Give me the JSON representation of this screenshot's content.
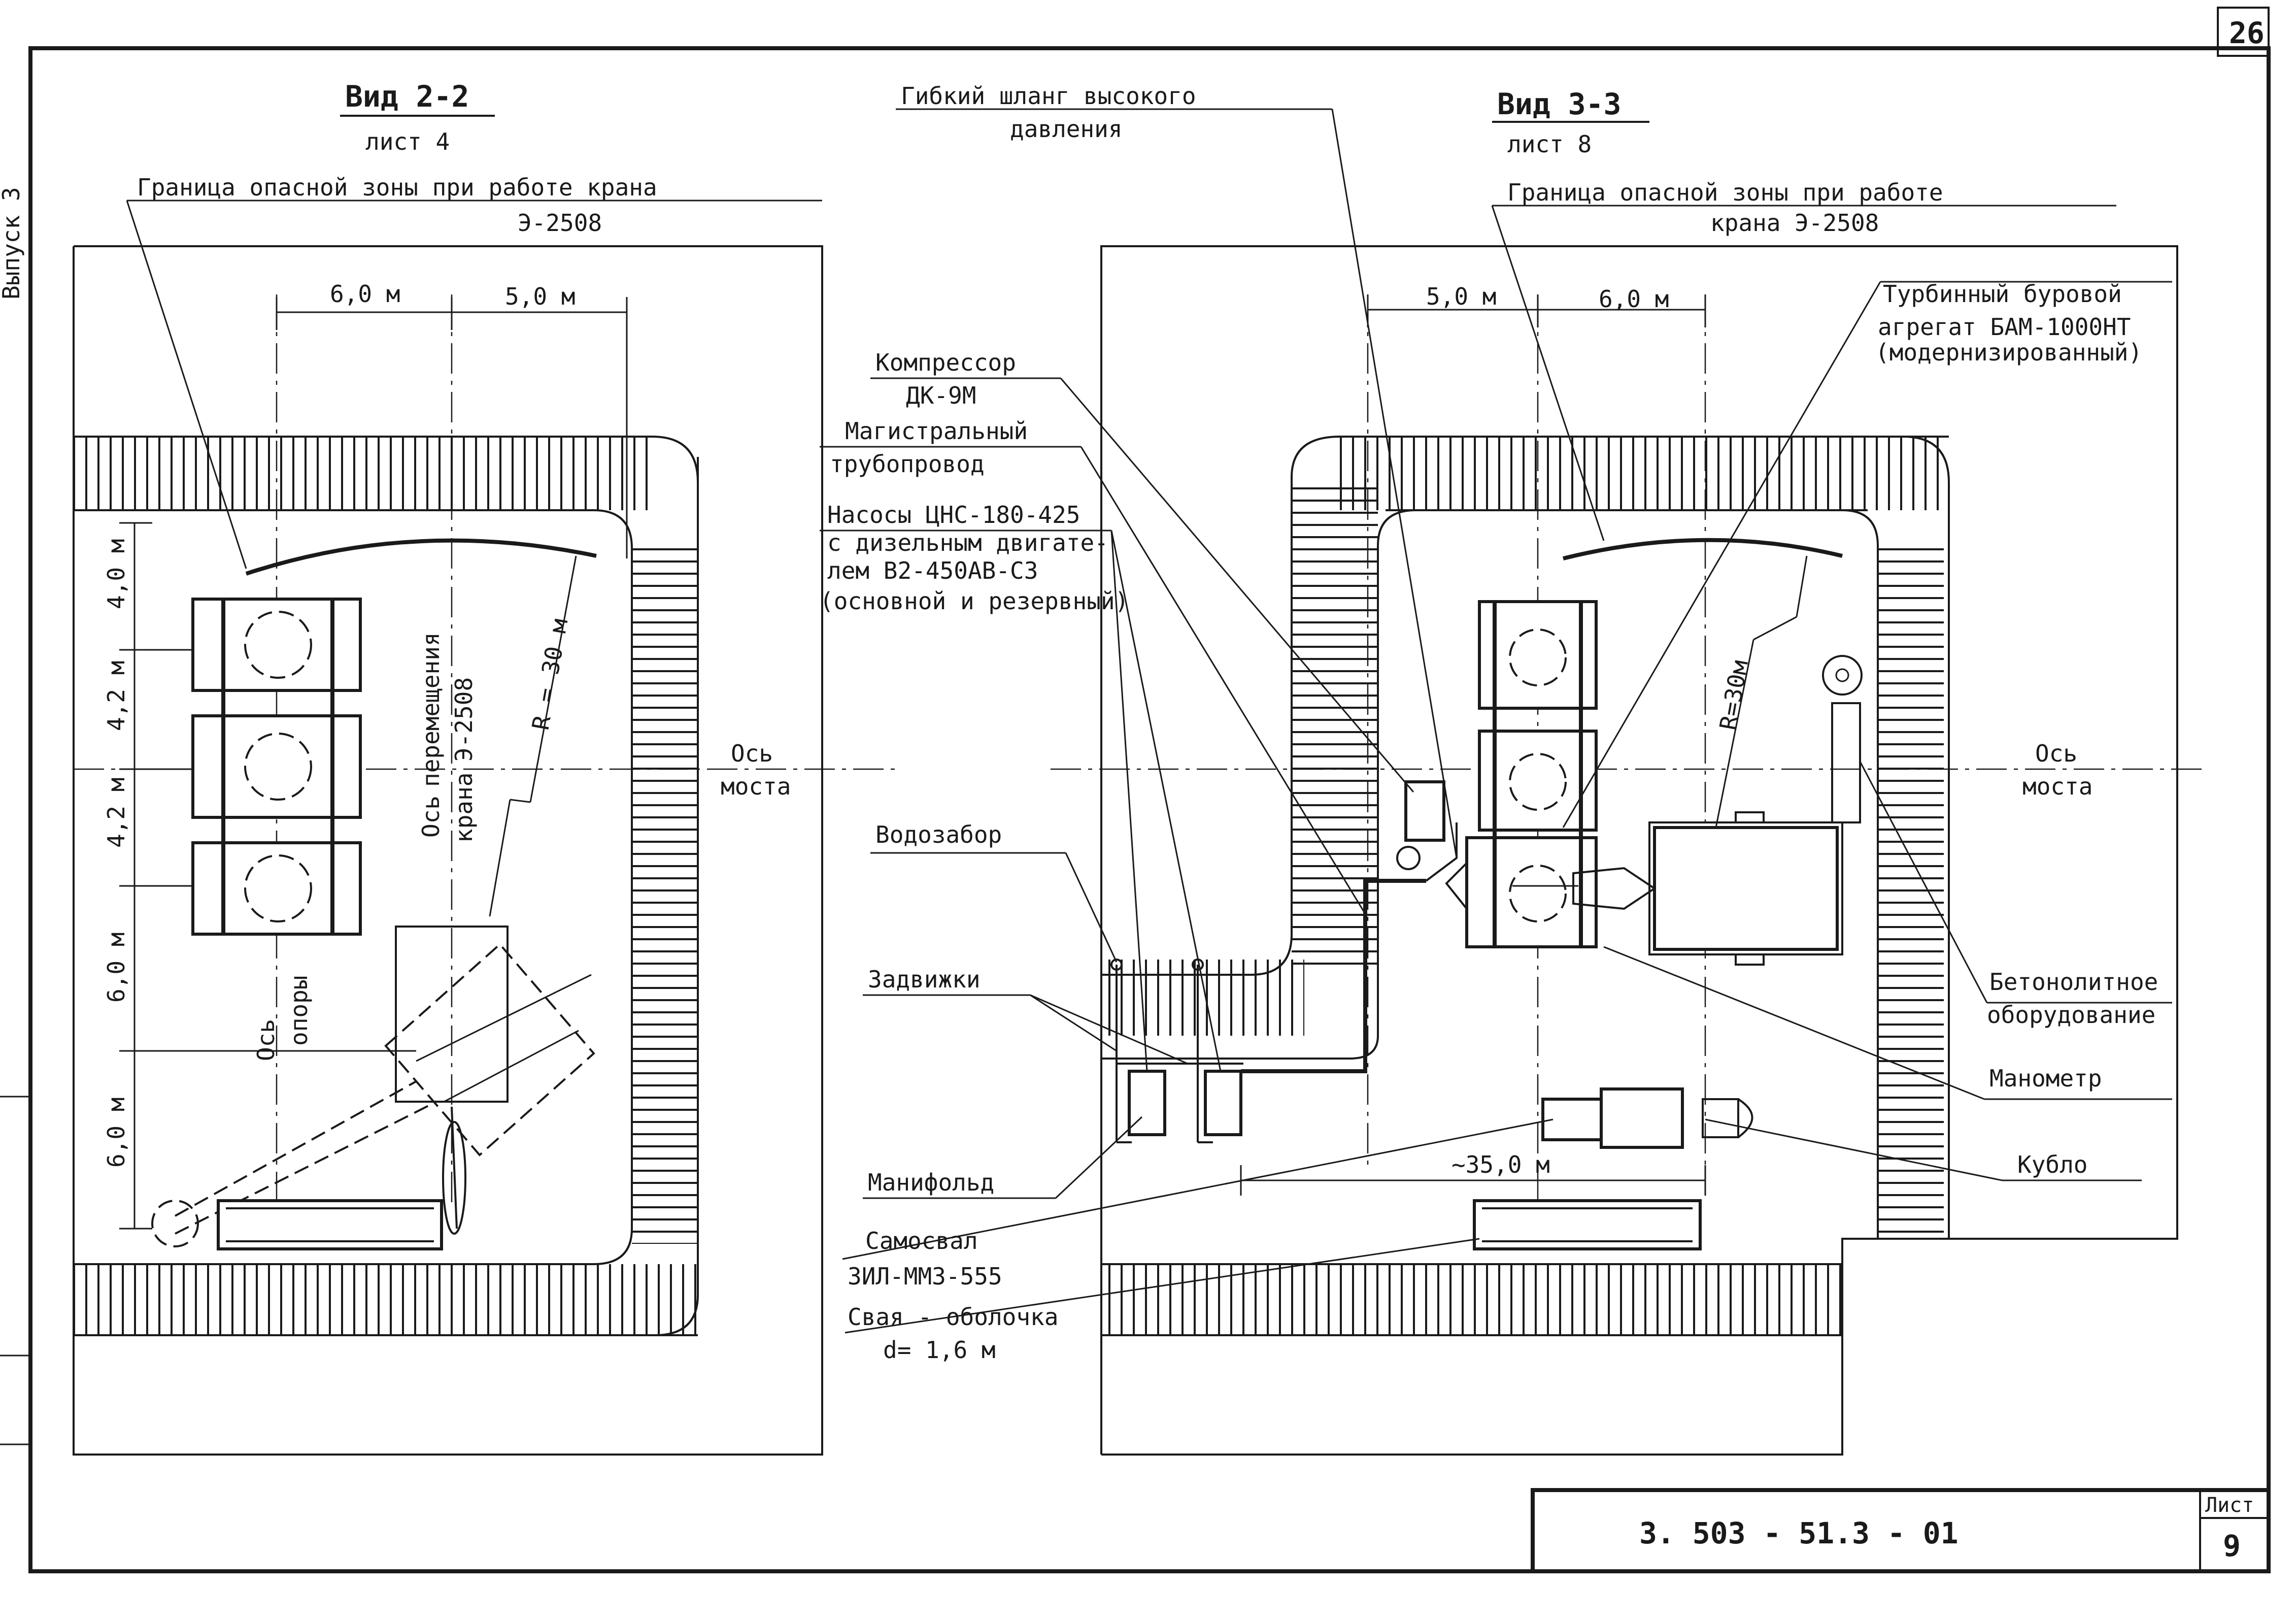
{
  "frame": {
    "page_corner_number": "26",
    "side_label": "Выпуск 3",
    "document_code": "3. 503 - 51.3 - 01",
    "sheet_label": "Лист",
    "sheet_number": "9"
  },
  "view_left": {
    "title": "Вид 2-2",
    "sheet_ref": "лист 4",
    "danger_zone_label": "Граница опасной зоны при работе крана",
    "danger_zone_crane": "Э-2508",
    "dim_top": [
      "6,0 м",
      "5,0 м"
    ],
    "dim_left": [
      "4,0 м",
      "4,2 м",
      "4,2 м",
      "6,0 м",
      "6,0 м"
    ],
    "radius": "R = 30 м",
    "crane_axis_label": [
      "Ось",
      "перемещения",
      "крана",
      "Э-2508"
    ],
    "support_axis_label": [
      "Ось",
      "опоры"
    ],
    "bridge_axis_label": [
      "Ось",
      "моста"
    ]
  },
  "view_right": {
    "title": "Вид 3-3",
    "sheet_ref": "лист 8",
    "danger_zone_label": "Граница опасной зоны при работе",
    "danger_zone_crane": "крана Э-2508",
    "dim_top": [
      "5,0 м",
      "6,0 м"
    ],
    "dim_bottom": "~35,0 м",
    "radius": "R=30м",
    "bridge_axis_label": [
      "Ось",
      "моста"
    ],
    "turbine_label": [
      "Турбинный буровой",
      "агрегат БАМ-1000НТ",
      "(модернизированный)"
    ],
    "concrete_label": [
      "Бетонолитное",
      "оборудование"
    ],
    "manometer": "Манометр",
    "bucket": "Кубло"
  },
  "center_labels": {
    "hose": [
      "Гибкий шланг высокого",
      "давления"
    ],
    "compressor": [
      "Компрессор",
      "ДК-9М"
    ],
    "main_pipe": [
      "Магистральный",
      "трубопровод"
    ],
    "pumps": [
      "Насосы ЦНС-180-425",
      "с дизельным двигате-",
      "лем В2-450АВ-С3",
      "(основной и резервный)"
    ],
    "intake": "Водозабор",
    "valves": "Задвижки",
    "manifold": "Манифольд",
    "truck": [
      "Самосвал",
      "ЗИЛ-ММЗ-555"
    ],
    "pile": [
      "Свая - оболочка",
      "d= 1,6 м"
    ]
  },
  "colors": {
    "ink": "#1a1a1a",
    "paper": "#ffffff"
  }
}
